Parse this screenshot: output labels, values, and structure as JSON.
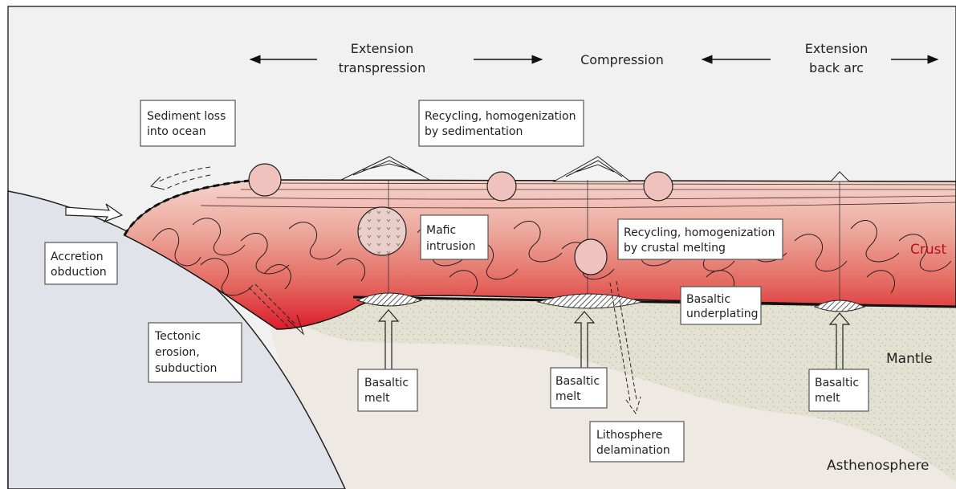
{
  "header": {
    "extension_transpression": [
      "Extension",
      "transpression"
    ],
    "compression": "Compression",
    "extension_back_arc": [
      "Extension",
      "back arc"
    ]
  },
  "labels": {
    "sediment_loss": [
      "Sediment loss",
      "into ocean"
    ],
    "recycling_sedimentation": [
      "Recycling, homogenization",
      "by sedimentation"
    ],
    "accretion_obduction": [
      "Accretion",
      "obduction"
    ],
    "mafic_intrusion": [
      "Mafic",
      "intrusion"
    ],
    "recycling_crustal_melting": [
      "Recycling, homogenization",
      "by crustal melting"
    ],
    "crust": "Crust",
    "basaltic_underplating": [
      "Basaltic",
      "underplating"
    ],
    "tectonic_erosion": [
      "Tectonic",
      "erosion,",
      "subduction"
    ],
    "mantle": "Mantle",
    "basaltic_melt_1": [
      "Basaltic",
      "melt"
    ],
    "basaltic_melt_2": [
      "Basaltic",
      "melt"
    ],
    "basaltic_melt_3": [
      "Basaltic",
      "melt"
    ],
    "lithosphere_delamination": [
      "Lithosphere",
      "delamination"
    ],
    "asthenosphere": "Asthenosphere"
  },
  "colors": {
    "crust_top": "#f3c6bd",
    "crust_mid": "#e6867b",
    "crust_bottom": "#e02430",
    "mantle": "#e3e2d2",
    "asthenosphere": "#efe9e4",
    "slab": "#e1e4ea",
    "sky": "#f2f2f2"
  }
}
